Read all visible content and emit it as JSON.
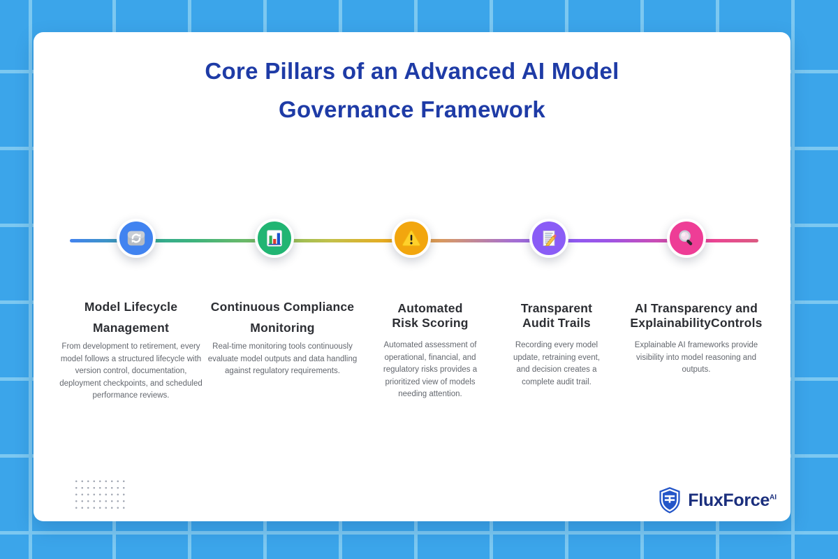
{
  "header": {
    "title_lines": [
      "Core Pillars of an Advanced AI Model",
      "Governance Framework"
    ]
  },
  "pillars": [
    {
      "id": "model-lifecycle-management",
      "icon": "sync-icon",
      "accent": "#4183F0",
      "title_lines": [
        "Model Lifecycle",
        "Management"
      ],
      "description": "From development to retirement, every model follows a structured lifecycle with version control, documentation, deployment checkpoints, and scheduled performance reviews."
    },
    {
      "id": "continuous-compliance-monitoring",
      "icon": "bar-chart-icon",
      "accent": "#21B573",
      "title_lines": [
        "Continuous Compliance",
        "Monitoring"
      ],
      "description": "Real-time monitoring tools continuously evaluate model outputs and data handling against regulatory requirements."
    },
    {
      "id": "automated-risk-scoring",
      "icon": "warning-icon",
      "accent": "#F2A60E",
      "title_lines": [
        "Automated",
        "Risk Scoring"
      ],
      "description": "Automated assessment of operational, financial, and regulatory risks provides a prioritized view of models needing attention."
    },
    {
      "id": "transparent-audit-trails",
      "icon": "memo-icon",
      "accent": "#8A5CF6",
      "title_lines": [
        "Transparent",
        "Audit Trails"
      ],
      "description": "Recording every model update, retraining event, and decision creates a complete audit trail."
    },
    {
      "id": "ai-transparency-explainability",
      "icon": "magnifier-icon",
      "accent": "#EE3D96",
      "title_lines": [
        "AI Transparency and",
        "ExplainabilityControls"
      ],
      "description": "Explainable AI frameworks provide visibility into model reasoning and outputs."
    }
  ],
  "footer": {
    "brand": "FluxForce",
    "brand_suffix": "AI",
    "logo_icon": "shield-logo-icon"
  },
  "colors": {
    "background": "#3BA5EA",
    "grid_line": "#7CC8F1",
    "card_bg": "#FFFFFF",
    "title": "#1E3BA6",
    "pillar_title": "#2C2E33",
    "pillar_desc": "#63676E",
    "brand_navy": "#1B2F7D"
  }
}
